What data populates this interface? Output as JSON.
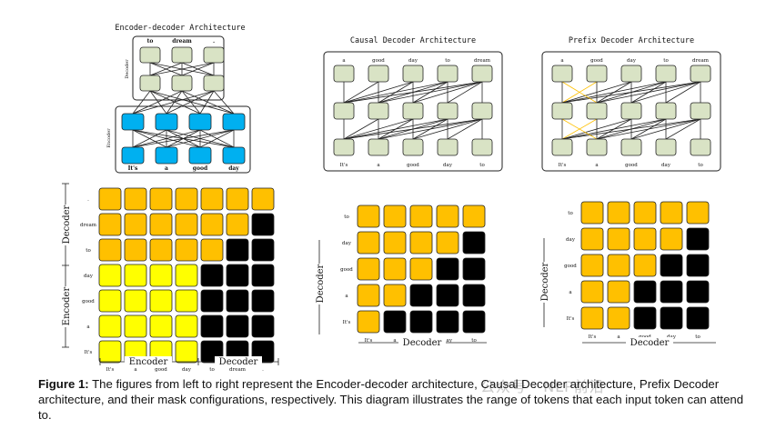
{
  "titles": {
    "encdec": "Encoder-decoder Architecture",
    "causal": "Causal Decoder Architecture",
    "prefix": "Prefix Decoder Architecture"
  },
  "tokens": {
    "encoder_in": [
      "It's",
      "a",
      "good",
      "day"
    ],
    "encdec_out": [
      "to",
      "dream",
      "."
    ],
    "causal_out": [
      "a",
      "good",
      "day",
      "to",
      "dream"
    ],
    "causal_in": [
      "It's",
      "a",
      "good",
      "day",
      "to"
    ],
    "encdec_rows": [
      ".",
      "dream",
      "to",
      "day",
      "good",
      "a",
      "It's"
    ],
    "encdec_cols": [
      "It's",
      "a",
      "good",
      "day",
      "to",
      "dream",
      "."
    ],
    "causal_rows": [
      "to",
      "day",
      "good",
      "a",
      "It's"
    ],
    "causal_cols": [
      "It's",
      "a",
      "good",
      "day",
      "to"
    ]
  },
  "labels": {
    "decoder": "Decoder",
    "encoder": "Encoder"
  },
  "colors": {
    "node_green": "#d9e3c5",
    "node_blue": "#00b0f0",
    "cell_orange": "#ffc000",
    "cell_yellow": "#ffff00",
    "cell_black": "#000000",
    "prefix_line": "#ffc000"
  },
  "caption": {
    "label": "Figure 1:",
    "text": "The figures from left to right represent the Encoder-decoder architecture, Causal Decoder architecture, Prefix Decoder architecture, and their mask configurations, respectively. This diagram illustrates the range of tokens that each input token can attend to."
  },
  "watermark": "公众号 · NLP前沿"
}
